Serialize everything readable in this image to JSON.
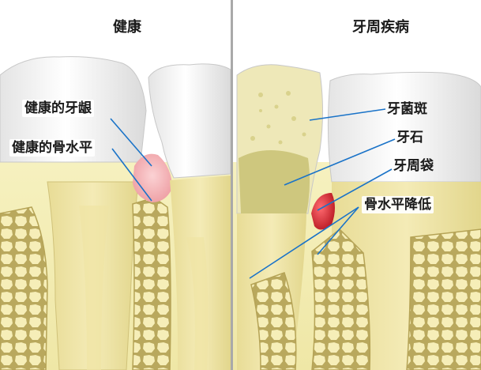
{
  "panels": {
    "left": {
      "title": "健康",
      "labels": {
        "gum": "健康的牙龈",
        "bone": "健康的骨水平"
      }
    },
    "right": {
      "title": "牙周疾病",
      "labels": {
        "plaque": "牙菌斑",
        "calculus": "牙石",
        "pocket": "牙周袋",
        "bone_loss": "骨水平降低"
      }
    }
  },
  "colors": {
    "pointer_line": "#1a73c8",
    "divider": "#a9a9a9",
    "gum": "#f3eeb6",
    "bone_fill": "#efe6ac",
    "bone_line": "#b5a356",
    "healthy_gum_pink": "#f5b5b8",
    "pocket_red": "#d8303a",
    "plaque": "#dcd590",
    "calculus": "#c6bf70"
  },
  "icons": [
    "tooth-illustration",
    "bone-trabecula-pattern"
  ]
}
